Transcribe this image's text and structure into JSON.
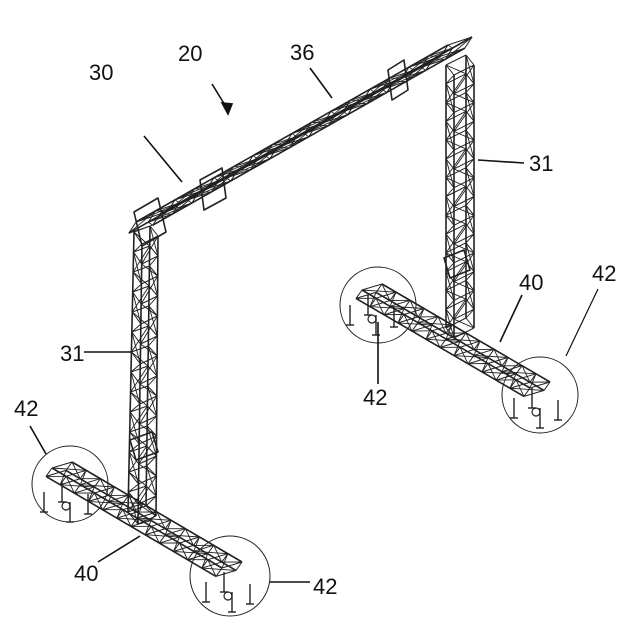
{
  "labels": {
    "assembly": "20",
    "top_unit": "30",
    "top_beam": "36",
    "column_right": "31",
    "column_left": "31",
    "base_right": "40",
    "base_left": "40",
    "foot_right_rear": "42",
    "foot_right_front": "42",
    "foot_left_rear": "42",
    "foot_left_front": "42"
  },
  "colors": {
    "line": "#222222",
    "background": "#ffffff"
  }
}
